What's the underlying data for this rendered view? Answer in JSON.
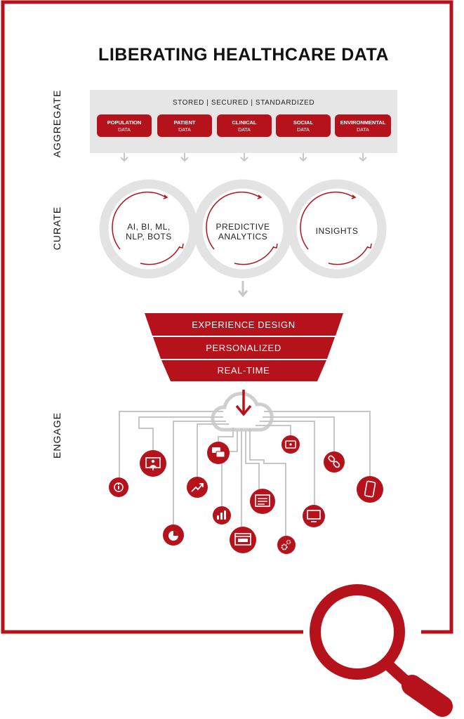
{
  "title": "LIBERATING HEALTHCARE DATA",
  "side_labels": {
    "aggregate": "AGGREGATE",
    "curate": "CURATE",
    "engage": "ENGAGE"
  },
  "aggregate": {
    "header": "STORED | SECURED | STANDARDIZED",
    "sources": [
      {
        "name": "POPULATION",
        "sub": "DATA"
      },
      {
        "name": "PATIENT",
        "sub": "DATA"
      },
      {
        "name": "CLINICAL",
        "sub": "DATA"
      },
      {
        "name": "SOCIAL",
        "sub": "DATA"
      },
      {
        "name": "ENVIRONMENTAL",
        "sub": "DATA"
      }
    ]
  },
  "curate": {
    "circles": [
      {
        "line1": "AI, BI, ML,",
        "line2": "NLP, BOTS"
      },
      {
        "line1": "PREDICTIVE",
        "line2": "ANALYTICS"
      },
      {
        "line1": "INSIGHTS",
        "line2": ""
      }
    ]
  },
  "funnel": [
    "EXPERIENCE DESIGN",
    "PERSONALIZED",
    "REAL-TIME"
  ],
  "engage_icons": [
    "info-person-icon",
    "presentation-screen-icon",
    "chat-bubbles-icon",
    "wallet-icon",
    "link-chain-icon",
    "smartphone-icon",
    "trend-arrow-icon",
    "bar-chart-icon",
    "newsletter-icon",
    "monitor-icon",
    "pie-chart-icon",
    "browser-window-icon",
    "gears-icon"
  ],
  "colors": {
    "brand_red": "#b5121b",
    "light_gray": "#e6e6e6",
    "connector_gray": "#bfbfbf",
    "text_dark": "#111111"
  }
}
